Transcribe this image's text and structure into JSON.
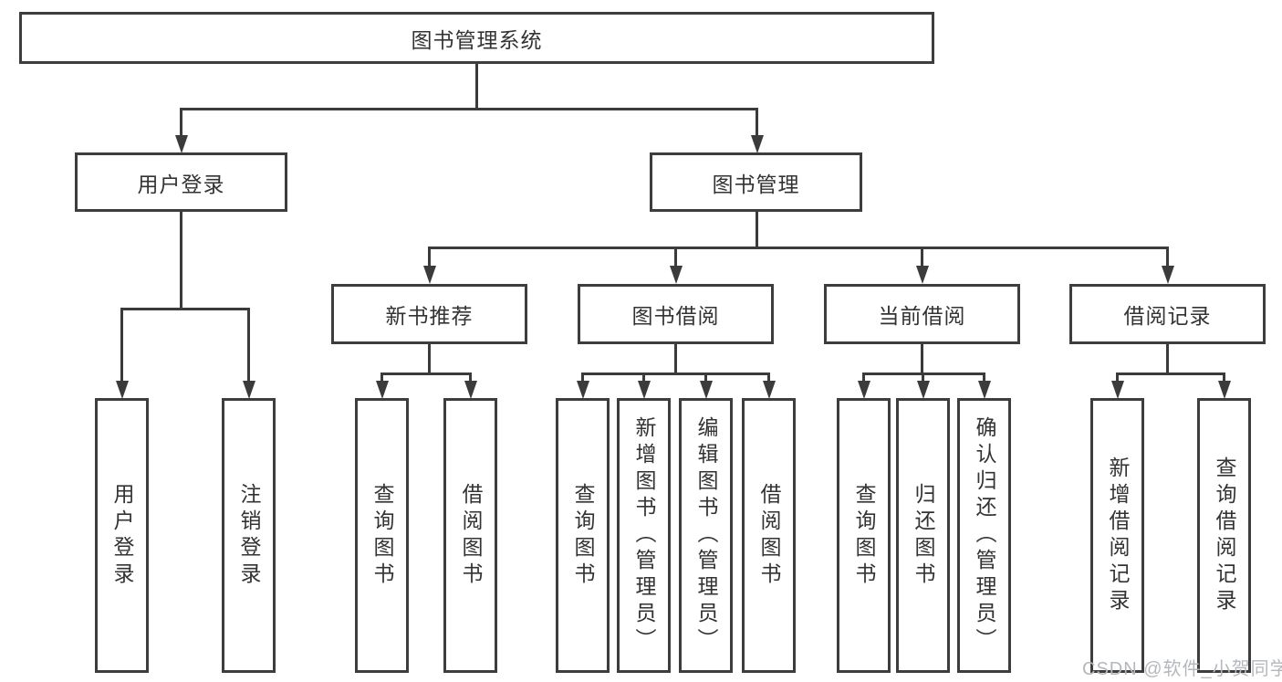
{
  "tree": {
    "root": {
      "label": "图书管理系统"
    },
    "branches": [
      {
        "label": "用户登录",
        "children": [
          {
            "label": "用户登录"
          },
          {
            "label": "注销登录"
          }
        ]
      },
      {
        "label": "图书管理",
        "sections": [
          {
            "label": "新书推荐",
            "children": [
              {
                "label": "查询图书"
              },
              {
                "label": "借阅图书"
              }
            ]
          },
          {
            "label": "图书借阅",
            "children": [
              {
                "label": "查询图书"
              },
              {
                "label": "新增图书（管理员）"
              },
              {
                "label": "编辑图书（管理员）"
              },
              {
                "label": "借阅图书"
              }
            ]
          },
          {
            "label": "当前借阅",
            "children": [
              {
                "label": "查询图书"
              },
              {
                "label": "归还图书"
              },
              {
                "label": "确认归还（管理员）"
              }
            ]
          },
          {
            "label": "借阅记录",
            "children": [
              {
                "label": "新增借阅记录"
              },
              {
                "label": "查询借阅记录"
              }
            ]
          }
        ]
      }
    ]
  },
  "watermark": "CSDN @软件_小贺同学",
  "colors": {
    "line": "#3b3b3b",
    "border": "#3d3d3d",
    "text": "#333333",
    "watermark": "#b4b8be",
    "background": "#ffffff"
  }
}
